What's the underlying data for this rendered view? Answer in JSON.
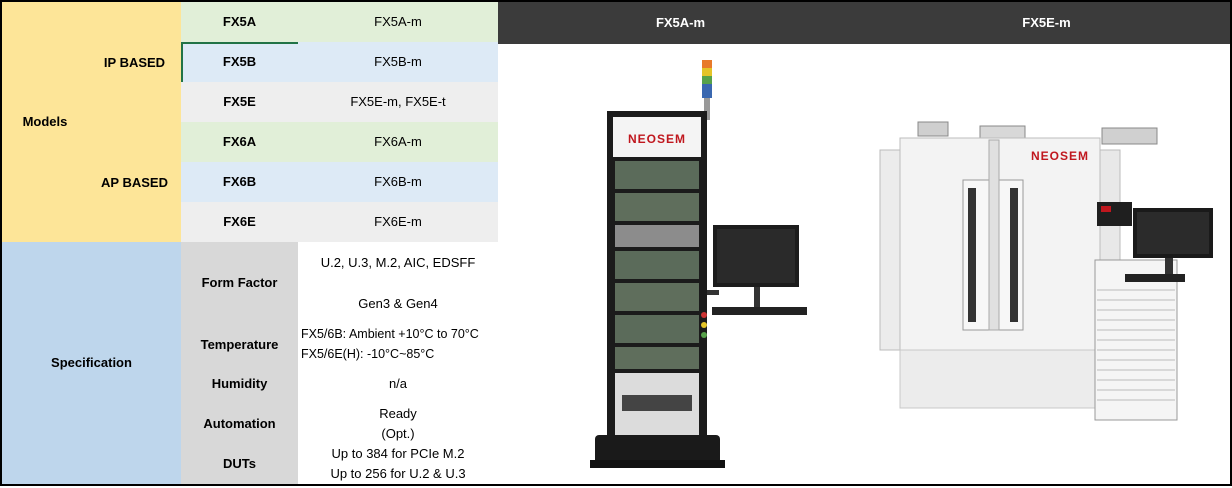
{
  "table": {
    "models_label": "Models",
    "ip_based_label": "IP BASED",
    "ap_based_label": "AP BASED",
    "specification_label": "Specification",
    "models": [
      {
        "name": "FX5A",
        "variant": "FX5A-m"
      },
      {
        "name": "FX5B",
        "variant": "FX5B-m"
      },
      {
        "name": "FX5E",
        "variant": "FX5E-m, FX5E-t"
      },
      {
        "name": "FX6A",
        "variant": "FX6A-m"
      },
      {
        "name": "FX6B",
        "variant": "FX6B-m"
      },
      {
        "name": "FX6E",
        "variant": "FX6E-m"
      }
    ],
    "specs": {
      "form_factor": {
        "label": "Form Factor",
        "values": [
          "U.2, U.3, M.2, AIC, EDSFF",
          "Gen3 & Gen4"
        ]
      },
      "temperature": {
        "label": "Temperature",
        "lines": [
          "FX5/6B: Ambient +10°C to 70°C",
          "FX5/6E(H): -10°C~85°C"
        ]
      },
      "humidity": {
        "label": "Humidity",
        "value": "n/a"
      },
      "automation": {
        "label": "Automation",
        "lines": [
          "Ready",
          "(Opt.)"
        ]
      },
      "duts": {
        "label": "DUTs",
        "lines": [
          "Up to 384 for PCIe M.2",
          "Up to 256 for U.2 & U.3"
        ]
      }
    }
  },
  "products": [
    {
      "title": "FX5A-m",
      "brand": "NEOSEM"
    },
    {
      "title": "FX5E-m",
      "brand": "NEOSEM"
    }
  ],
  "colors": {
    "yellow": "#fde598",
    "blue": "#bed6ec",
    "green": "#e1efd8",
    "header": "#3b3b3b",
    "brand_red": "#c0171e"
  }
}
